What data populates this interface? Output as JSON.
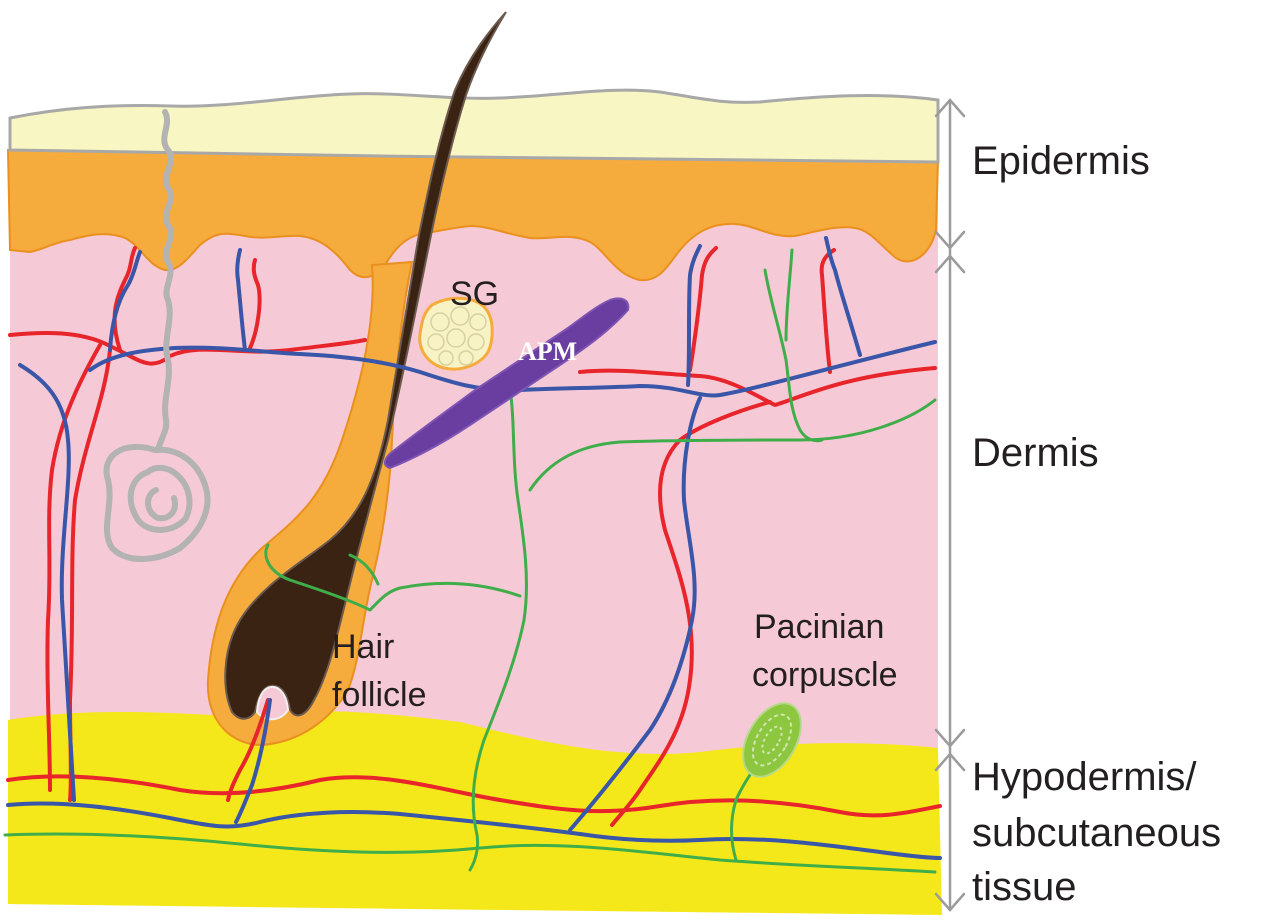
{
  "layers": {
    "epidermis": "Epidermis",
    "dermis": "Dermis",
    "hypodermis_line1": "Hypodermis/",
    "hypodermis_line2": "subcutaneous",
    "hypodermis_line3": "tissue"
  },
  "structures": {
    "sebaceous_gland": "SG",
    "arrector_pili": "APM",
    "hair_follicle_line1": "Hair",
    "hair_follicle_line2": "follicle",
    "pacinian_line1": "Pacinian",
    "pacinian_line2": "corpuscle"
  },
  "colors": {
    "stratum_corneum": "#f8f6c2",
    "epidermis": "#f6ab3d",
    "dermis": "#f6c9d6",
    "hypodermis": "#f5e81a",
    "artery": "#e8252b",
    "vein": "#3a56a8",
    "nerve": "#3fae4a",
    "sweat_gland": "#b3b3b3",
    "hair": "#3b2314",
    "muscle": "#6a3da0",
    "sebaceous": "#f8f3c4",
    "pacinian": "#8dc63f"
  }
}
